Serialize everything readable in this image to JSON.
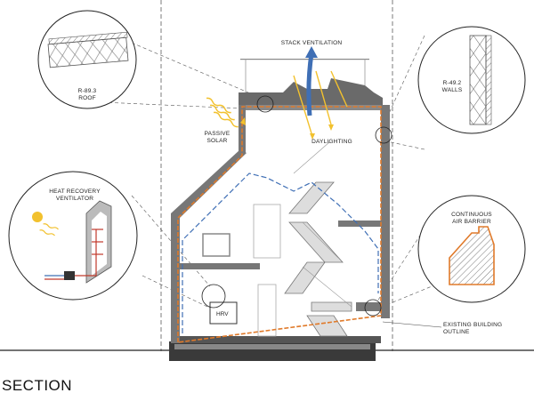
{
  "diagram": {
    "title": "SECTION",
    "labels": {
      "stack_ventilation": "STACK VENTILATION",
      "roof_value": "R-89.3",
      "roof": "ROOF",
      "walls_value": "R-49.2",
      "walls": "WALLS",
      "passive": "PASSIVE",
      "solar": "SOLAR",
      "daylighting": "DAYLIGHTING",
      "hrv_title_1": "HEAT RECOVERY",
      "hrv_title_2": "VENTILATOR",
      "hrv_box": "HRV",
      "air_barrier_1": "CONTINUOUS",
      "air_barrier_2": "AIR BARRIER",
      "existing_1": "EXISTING BUILDING",
      "existing_2": "OUTLINE"
    },
    "colors": {
      "air_barrier": "#e07a2a",
      "airflow": "#3f6fb5",
      "sun": "#f2c12e",
      "heat_arrow": "#c0392b",
      "wall_fill": "#7a7a7a",
      "ground": "#333333"
    }
  }
}
